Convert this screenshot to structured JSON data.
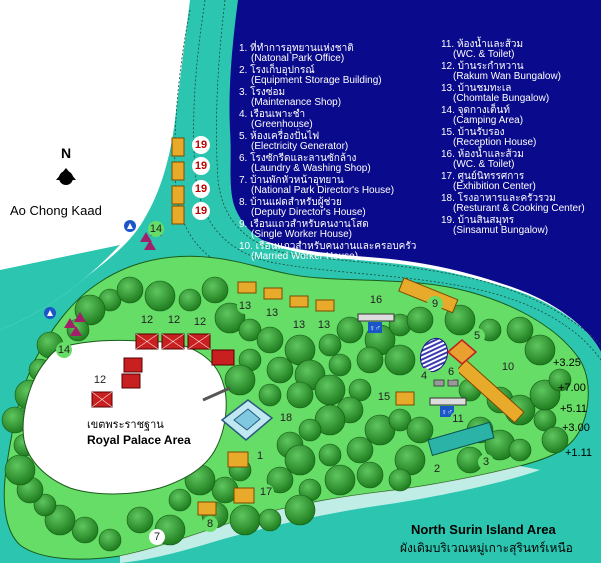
{
  "map": {
    "area_title": "North Surin Island Area",
    "area_title_th": "ผังเดิมบริเวณหมู่เกาะสุรินทร์เหนือ",
    "bay_label": "Ao Chong Kaad",
    "north_label": "N",
    "palace_th": "เขตพระราชฐาน",
    "palace_en": "Royal Palace Area"
  },
  "legend_left": [
    {
      "num": "1.",
      "th": "ที่ทำการอุทยานแห่งชาติ",
      "en": "(Natonal Park Office)"
    },
    {
      "num": "2.",
      "th": "โรงเก็บอุปกรณ์",
      "en": "(Equipment Storage Building)"
    },
    {
      "num": "3.",
      "th": "โรงซ่อม",
      "en": "(Maintenance Shop)"
    },
    {
      "num": "4.",
      "th": "เรือนเพาะชำ",
      "en": "(Greenhouse)"
    },
    {
      "num": "5.",
      "th": "ห้องเครื่องปั่นไฟ",
      "en": "(Electricity Generator)"
    },
    {
      "num": "6.",
      "th": "โรงซักรีดและลานซักล้าง",
      "en": "(Laundry & Washing Shop)"
    },
    {
      "num": "7.",
      "th": "บ้านพักหัวหน้าอุทยาน",
      "en": "(National Park Director's House)"
    },
    {
      "num": "8.",
      "th": "บ้านแฝดสำหรับผู้ช่วย",
      "en": "(Deputy Director's House)"
    },
    {
      "num": "9.",
      "th": "เรือนแถวสำหรับคนงานโสด",
      "en": "(Single Worker House)"
    },
    {
      "num": "10.",
      "th": "เรือนแถวสำหรับคนงานและครอบครัว",
      "en": "(Married Worker House)"
    }
  ],
  "legend_right": [
    {
      "num": "11.",
      "th": "ห้องน้ำและส้วม",
      "en": "(WC. & Toilet)"
    },
    {
      "num": "12.",
      "th": "บ้านระกำหวาน",
      "en": "(Rakum Wan Bungalow)"
    },
    {
      "num": "13.",
      "th": "บ้านชมทะเล",
      "en": "(Chomtale Bungalow)"
    },
    {
      "num": "14.",
      "th": "จุดกางเต็นท์",
      "en": "(Camping Area)"
    },
    {
      "num": "15.",
      "th": "บ้านรับรอง",
      "en": "(Reception House)"
    },
    {
      "num": "16.",
      "th": "ห้องน้ำและส้วม",
      "en": "(WC. & Toilet)"
    },
    {
      "num": "17.",
      "th": "ศูนย์นิทรรศการ",
      "en": "(Exhibition Center)"
    },
    {
      "num": "18.",
      "th": "โรงอาหารและครัวรวม",
      "en": "(Resturant & Cooking Center)"
    },
    {
      "num": "19.",
      "th": "บ้านสินสมุทร",
      "en": "(Sinsamut Bungalow)"
    }
  ],
  "depth_labels": [
    "+3.25",
    "+7.00",
    "+5.11",
    "+3.00",
    "+1.11"
  ],
  "markers": {
    "m1": "1",
    "m2": "2",
    "m3": "3",
    "m4": "4",
    "m5": "5",
    "m6": "6",
    "m7": "7",
    "m8": "8",
    "m9": "9",
    "m10": "10",
    "m11": "11",
    "m12a": "12",
    "m12b": "12",
    "m12c": "12",
    "m12d": "12",
    "m13a": "13",
    "m13b": "13",
    "m13c": "13",
    "m13d": "13",
    "m14a": "14",
    "m14b": "14",
    "m15": "15",
    "m16": "16",
    "m17": "17",
    "m18": "18",
    "m19a": "19",
    "m19b": "19",
    "m19c": "19",
    "m19d": "19"
  },
  "colors": {
    "sea_deep": "#0a0a8c",
    "sea_shallow": "#2cc6b0",
    "land": "#66dd66",
    "palace": "#ffffff",
    "tree": "#2e9a2e",
    "marker_text": "#c00000",
    "bungalow": "#e8aa2a"
  }
}
